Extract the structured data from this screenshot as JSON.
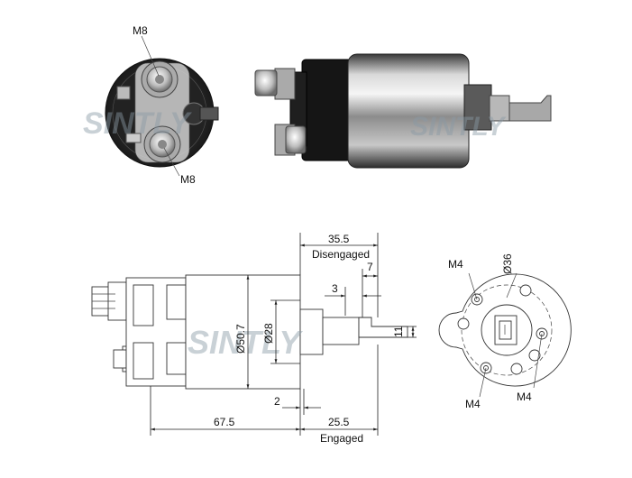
{
  "photo_labels": {
    "top": "M8",
    "bottom": "M8"
  },
  "watermark": "SINTLY",
  "dimensions": {
    "d35_5": "35.5",
    "disengaged": "Disengaged",
    "d7": "7",
    "d3": "3",
    "d50_7": "Ø50.7",
    "d28": "Ø28",
    "d11": "11",
    "d2": "2",
    "d67_5": "67.5",
    "d25_5": "25.5",
    "engaged": "Engaged"
  },
  "end_view": {
    "m4_top": "M4",
    "d36": "Ø36",
    "m4_bottom": "M4",
    "m4_right": "M4"
  },
  "colors": {
    "watermark_blue": "#7f93a3",
    "watermark_red": "#e05a3a"
  }
}
